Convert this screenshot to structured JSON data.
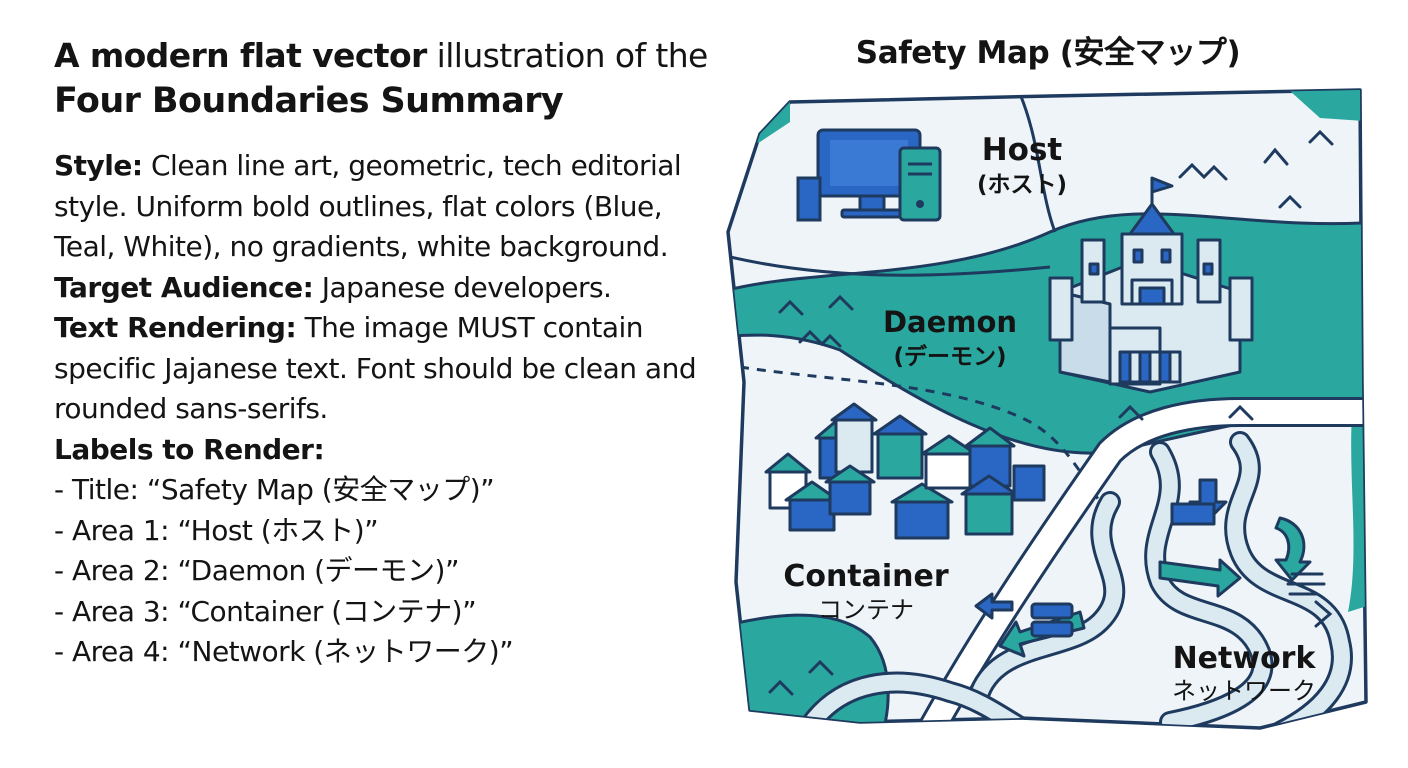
{
  "heading": {
    "line1_bold": "A modern flat vector",
    "line1_rest": " illustration of the",
    "line2": "Four Boundaries Summary"
  },
  "style": {
    "label": "Style:",
    "text": " Clean line art, geometric, tech editorial style. Uniform bold outlines, flat colors (Blue, Teal, White), no gradients, white background."
  },
  "audience": {
    "label": "Target Audience:",
    "text": " Japanese developers."
  },
  "rendering": {
    "label": "Text Rendering:",
    "text": " The image MUST contain specific Jajanese text. Font should be clean and rounded sans-serifs."
  },
  "labels_heading": "Labels to Render:",
  "labels": [
    "- Title: “Safety Map (安全マップ)”",
    "- Area 1: “Host (ホスト)”",
    "- Area 2: “Daemon (デーモン)”",
    "- Area 3: “Container (コンテナ)”",
    "- Area 4: “Network (ネットワーク)”"
  ],
  "map": {
    "title": "Safety Map (安全マップ)",
    "areas": {
      "host": {
        "en": "Host",
        "ja": "(ホスト)"
      },
      "daemon": {
        "en": "Daemon",
        "ja": "(デーモン)"
      },
      "container": {
        "en": "Container",
        "ja": "コンテナ"
      },
      "network": {
        "en": "Network",
        "ja": "ネットワーク"
      }
    }
  },
  "colors": {
    "teal": "#2aa8a0",
    "blue": "#2a66c4",
    "outline": "#1e3a5f",
    "pale": "#eef4f8",
    "road": "#dbe9f1"
  },
  "icons": [
    "computer-monitor-icon",
    "computer-tower-icon",
    "castle-icon",
    "town-icon",
    "arrow-icons",
    "network-packet-icons"
  ]
}
